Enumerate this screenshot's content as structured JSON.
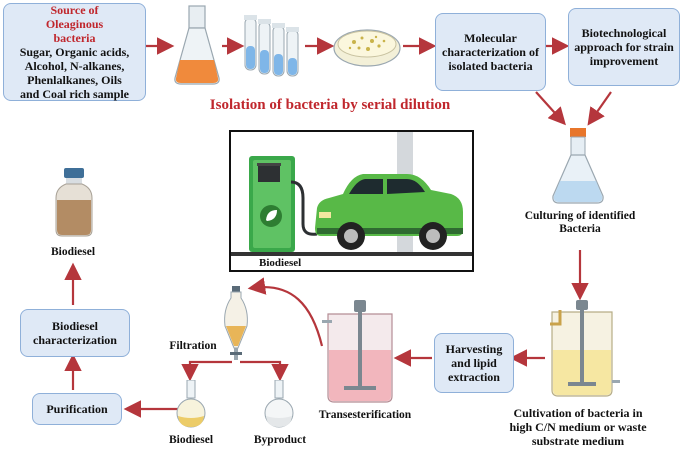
{
  "source_box": {
    "title": "Source of Oleaginous bacteria",
    "lines": [
      "Sugar, Organic acids,",
      "Alcohol, N-alkanes,",
      "Phenlalkanes, Oils",
      "and Coal rich sample"
    ]
  },
  "isolation_caption": "Isolation of bacteria by serial dilution",
  "molecular_box": "Molecular characterization of isolated bacteria",
  "biotech_box": "Biotechnological approach for strain improvement",
  "culturing_label": "Culturing of identified Bacteria",
  "cultivation_label": "Cultivation of bacteria in high C/N medium or waste substrate medium",
  "harvesting_box": "Harvesting and lipid extraction",
  "transesterification_label": "Transesterification",
  "filtration_label": "Filtration",
  "biodiesel_flask_label": "Biodiesel",
  "byproduct_label": "Byproduct",
  "purification_box": "Purification",
  "characterization_box": "Biodiesel characterization",
  "biodiesel_bottle_label": "Biodiesel",
  "center_image_label": "Biodiesel",
  "colors": {
    "arrow": "#b5363c",
    "box_fill": "#dfe9f6",
    "box_border": "#8fb0d9",
    "title_red": "#c0272d"
  }
}
